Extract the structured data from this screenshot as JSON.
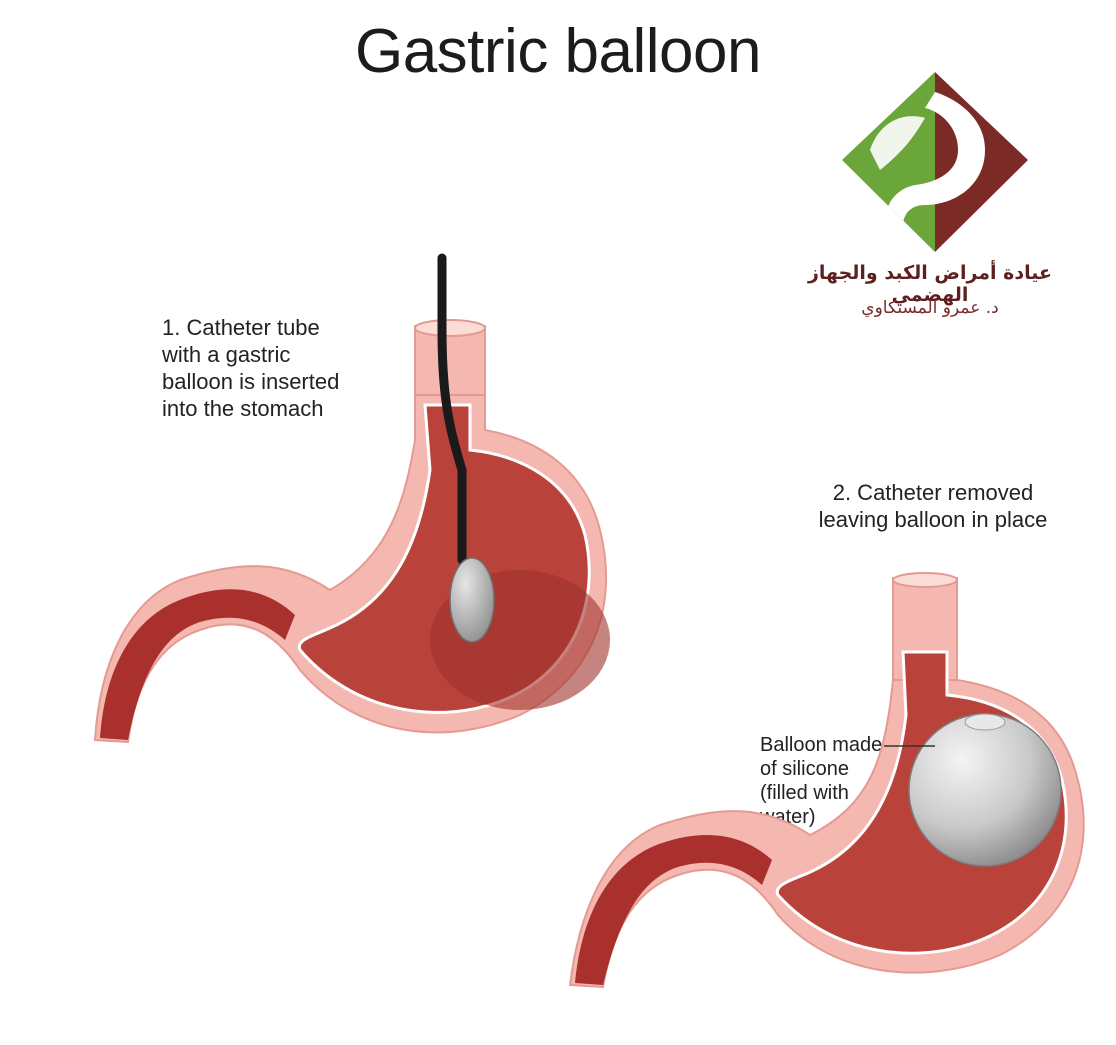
{
  "title": "Gastric balloon",
  "step1": {
    "lines": [
      "1. Catheter tube",
      "with a gastric",
      "balloon is inserted",
      "into the stomach"
    ]
  },
  "step2": {
    "lines": [
      "2. Catheter removed",
      "leaving balloon in place"
    ]
  },
  "balloon_label": {
    "lines": [
      "Balloon made",
      "of silicone",
      "(filled with",
      "water)"
    ]
  },
  "logo": {
    "line1": "عيادة أمراض الكبد والجهاز الهضمي",
    "line2": "د. عمرو المستكاوي",
    "green": "#6aa63a",
    "brown": "#7b2a25"
  },
  "colors": {
    "stomach_outer": "#f4b8b0",
    "stomach_wall": "#a9302c",
    "stomach_inner": "#b9423b",
    "balloon": "#c9c9c9"
  }
}
